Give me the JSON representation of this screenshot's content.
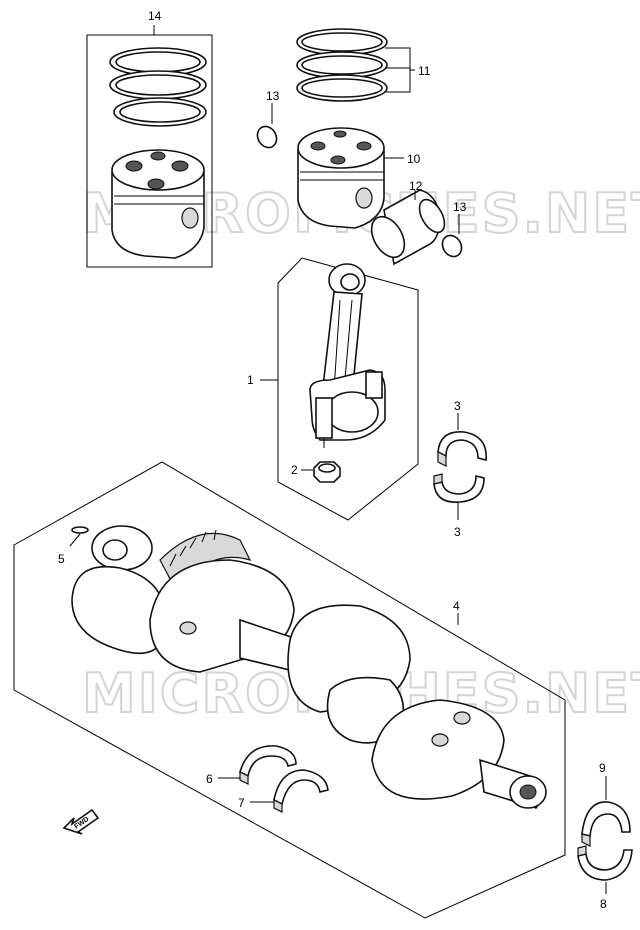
{
  "watermark": "MICROFICHES.NET",
  "fwd_label": "FWD",
  "callouts": [
    {
      "id": "14",
      "label": "14"
    },
    {
      "id": "11",
      "label": "11"
    },
    {
      "id": "13a",
      "label": "13"
    },
    {
      "id": "10",
      "label": "10"
    },
    {
      "id": "12",
      "label": "12"
    },
    {
      "id": "13b",
      "label": "13"
    },
    {
      "id": "1",
      "label": "1"
    },
    {
      "id": "3a",
      "label": "3"
    },
    {
      "id": "2",
      "label": "2"
    },
    {
      "id": "3b",
      "label": "3"
    },
    {
      "id": "5",
      "label": "5"
    },
    {
      "id": "4",
      "label": "4"
    },
    {
      "id": "6",
      "label": "6"
    },
    {
      "id": "7",
      "label": "7"
    },
    {
      "id": "9",
      "label": "9"
    },
    {
      "id": "8",
      "label": "8"
    }
  ]
}
